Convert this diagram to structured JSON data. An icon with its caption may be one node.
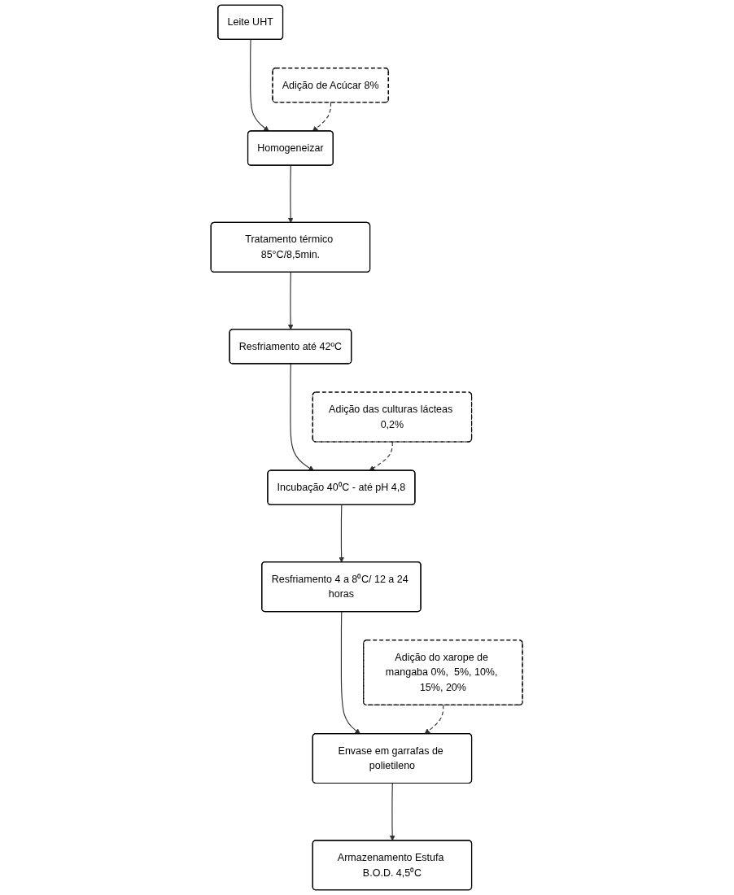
{
  "diagram": {
    "nodes": [
      {
        "text": [
          "Leite UHT"
        ]
      },
      {
        "text": [
          "Homogeneizar"
        ]
      },
      {
        "text": [
          "Tratamento térmico 85°C/8,5min."
        ]
      },
      {
        "text": [
          "Resfriamento até 42ºC"
        ]
      },
      {
        "text": [
          "Incubação 40⁰C - até pH 4,8"
        ]
      },
      {
        "text": [
          "Resfriamento 4 a 8⁰C/ 12 a 24 horas"
        ]
      },
      {
        "text": [
          "Envase em garrafas de polietileno"
        ]
      },
      {
        "text": [
          "Armazenamento Estufa B.O.D. 4,5⁰C"
        ]
      },
      {
        "text": [
          "Adição de Acúcar 8%"
        ]
      },
      {
        "text": [
          "Adição das culturas lácteas 0,2%"
        ]
      },
      {
        "text": [
          "Adição do xarope de mangaba 0%,  5%, 10%, 15%, 20%"
        ]
      }
    ],
    "edges": [
      {
        "from": 0,
        "to": 1,
        "arrow": "to"
      },
      {
        "from": 1,
        "to": 2,
        "arrow": "to"
      },
      {
        "from": 2,
        "to": 3,
        "arrow": "to"
      },
      {
        "from": 3,
        "to": 4,
        "arrow": "to"
      },
      {
        "from": 4,
        "to": 5,
        "arrow": "to"
      },
      {
        "from": 5,
        "to": 6,
        "arrow": "to"
      },
      {
        "from": 6,
        "to": 7,
        "arrow": "to"
      },
      {
        "from": 8,
        "to": 1,
        "arrow": "to",
        "style": "dashed"
      },
      {
        "from": 9,
        "to": 4,
        "arrow": "to",
        "style": "dashed"
      },
      {
        "from": 10,
        "to": 6,
        "arrow": "to",
        "style": "dashed"
      }
    ]
  }
}
